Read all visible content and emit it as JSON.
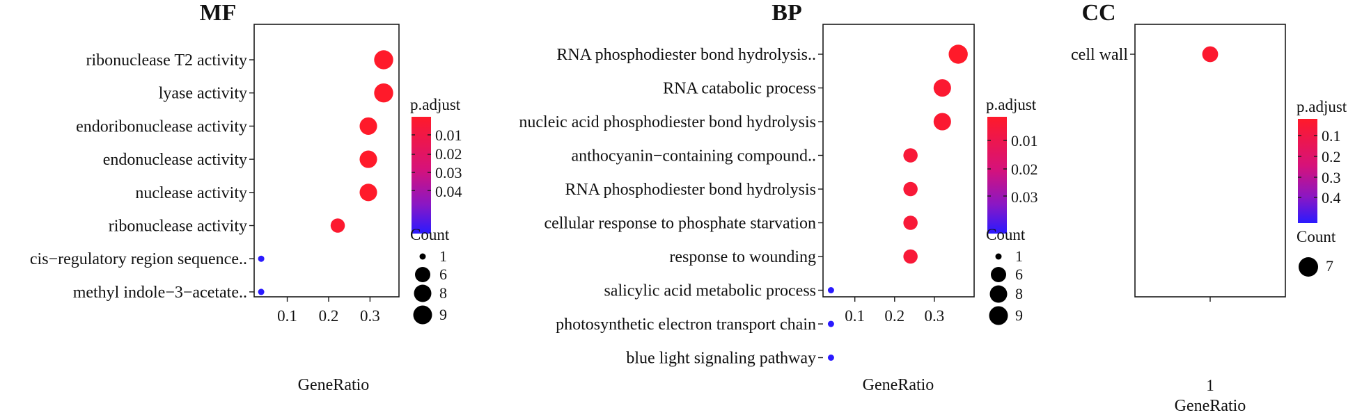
{
  "chart_data": [
    {
      "type": "scatter",
      "title": "MF",
      "xlabel": "GeneRatio",
      "ylabel": "",
      "xlim": [
        0.02,
        0.37
      ],
      "xticks": [
        "0.1",
        "0.2",
        "0.3"
      ],
      "xtick_values": [
        0.1,
        0.2,
        0.3
      ],
      "terms": [
        {
          "label": "ribonuclease T2 activity",
          "gene_ratio": 0.333,
          "count": 9,
          "p_adjust": 0.002
        },
        {
          "label": "lyase activity",
          "gene_ratio": 0.333,
          "count": 9,
          "p_adjust": 0.002
        },
        {
          "label": "endoribonuclease activity",
          "gene_ratio": 0.296,
          "count": 8,
          "p_adjust": 0.002
        },
        {
          "label": "endonuclease activity",
          "gene_ratio": 0.296,
          "count": 8,
          "p_adjust": 0.002
        },
        {
          "label": "nuclease activity",
          "gene_ratio": 0.296,
          "count": 8,
          "p_adjust": 0.002
        },
        {
          "label": "ribonuclease activity",
          "gene_ratio": 0.222,
          "count": 6,
          "p_adjust": 0.003
        },
        {
          "label": "cis−regulatory region sequence..",
          "gene_ratio": 0.037,
          "count": 1,
          "p_adjust": 0.048
        },
        {
          "label": "methyl indole−3−acetate..",
          "gene_ratio": 0.037,
          "count": 1,
          "p_adjust": 0.048
        }
      ],
      "legend": {
        "color_title": "p.adjust",
        "color_ticks": [
          "0.01",
          "0.02",
          "0.03",
          "0.04"
        ],
        "size_title": "Count",
        "size_ticks": [
          "1",
          "6",
          "8",
          "9"
        ]
      }
    },
    {
      "type": "scatter",
      "title": "BP",
      "xlabel": "GeneRatio",
      "ylabel": "",
      "xlim": [
        0.02,
        0.4
      ],
      "xticks": [
        "0.1",
        "0.2",
        "0.3"
      ],
      "xtick_values": [
        0.1,
        0.2,
        0.3
      ],
      "terms": [
        {
          "label": "RNA phosphodiester bond hydrolysis..",
          "gene_ratio": 0.36,
          "count": 9,
          "p_adjust": 0.002
        },
        {
          "label": "RNA catabolic process",
          "gene_ratio": 0.32,
          "count": 8,
          "p_adjust": 0.003
        },
        {
          "label": "nucleic acid phosphodiester bond hydrolysis",
          "gene_ratio": 0.32,
          "count": 8,
          "p_adjust": 0.003
        },
        {
          "label": "anthocyanin−containing compound..",
          "gene_ratio": 0.24,
          "count": 6,
          "p_adjust": 0.004
        },
        {
          "label": "RNA phosphodiester bond hydrolysis",
          "gene_ratio": 0.24,
          "count": 6,
          "p_adjust": 0.004
        },
        {
          "label": "cellular response to phosphate starvation",
          "gene_ratio": 0.24,
          "count": 6,
          "p_adjust": 0.004
        },
        {
          "label": "response to wounding",
          "gene_ratio": 0.24,
          "count": 6,
          "p_adjust": 0.004
        },
        {
          "label": "salicylic acid metabolic process",
          "gene_ratio": 0.04,
          "count": 1,
          "p_adjust": 0.036
        },
        {
          "label": "photosynthetic electron transport chain",
          "gene_ratio": 0.04,
          "count": 1,
          "p_adjust": 0.036
        },
        {
          "label": "blue light signaling pathway",
          "gene_ratio": 0.04,
          "count": 1,
          "p_adjust": 0.036
        }
      ],
      "legend": {
        "color_title": "p.adjust",
        "color_ticks": [
          "0.01",
          "0.02",
          "0.03"
        ],
        "size_title": "Count",
        "size_ticks": [
          "1",
          "6",
          "8",
          "9"
        ]
      }
    },
    {
      "type": "scatter",
      "title": "CC",
      "xlabel": "GeneRatio",
      "ylabel": "",
      "xlim": [
        0.4,
        1.6
      ],
      "xticks": [
        "1"
      ],
      "xtick_values": [
        1
      ],
      "terms": [
        {
          "label": "cell wall",
          "gene_ratio": 1.0,
          "count": 7,
          "p_adjust": 0.01
        }
      ],
      "legend": {
        "color_title": "p.adjust",
        "color_ticks": [
          "0.1",
          "0.2",
          "0.3",
          "0.4"
        ],
        "size_title": "Count",
        "size_ticks": [
          "7"
        ]
      }
    }
  ]
}
